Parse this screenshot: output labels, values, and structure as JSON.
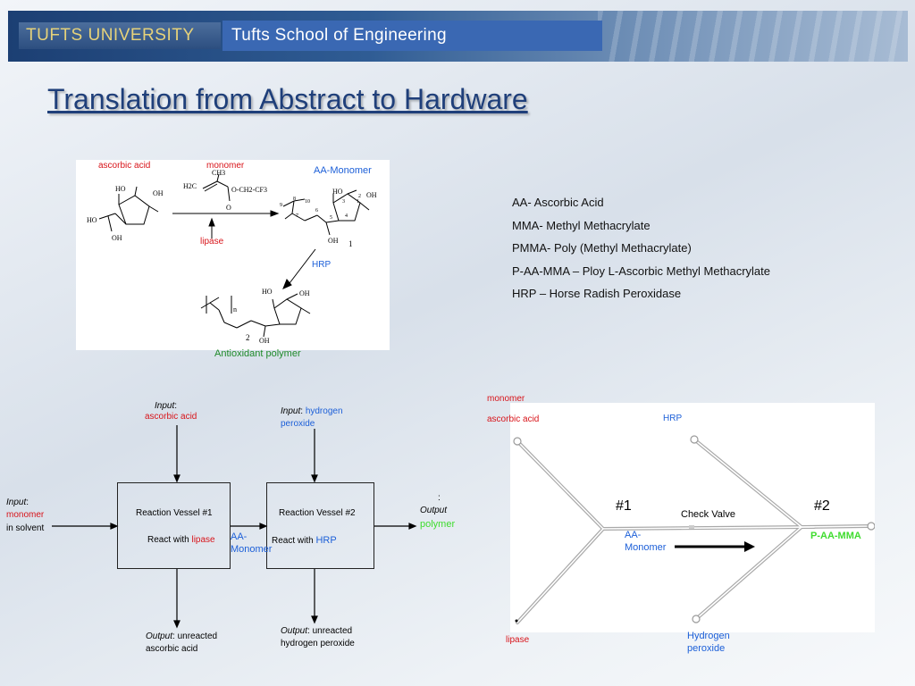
{
  "header": {
    "university": "TUFTS UNIVERSITY",
    "school": "Tufts School of Engineering"
  },
  "title": "Translation from Abstract to Hardware",
  "reaction": {
    "ascorbic_acid_label": "ascorbic acid",
    "monomer_label": "monomer",
    "aa_monomer_label": "AA-Monomer",
    "lipase_label": "lipase",
    "hrp_label": "HRP",
    "product_label": "Antioxidant polymer",
    "chem_text": {
      "ho1": "HO",
      "oh1": "OH",
      "ho2": "HO",
      "oh2": "OH",
      "ch3": "CH3",
      "h2c": "H2C",
      "ester": "O-CH2-CF3",
      "o": "O",
      "ho3": "HO",
      "oh3": "OH",
      "oh4": "OH",
      "n1": "1",
      "n2": "2",
      "n3": "3",
      "n4": "4",
      "n5": "5",
      "n6": "6",
      "n7": "7",
      "n8": "8",
      "n9": "9",
      "n10": "10",
      "cmp1": "1",
      "cmp2": "2",
      "ho4": "HO",
      "oh5": "OH",
      "oh6": "OH",
      "n": "n"
    }
  },
  "abbreviations": [
    "AA- Ascorbic Acid",
    "MMA- Methyl Methacrylate",
    "PMMA- Poly (Methyl Methacrylate)",
    "P-AA-MMA – Ploy L-Ascorbic Methyl Methacrylate",
    "HRP – Horse Radish Peroxidase"
  ],
  "flow": {
    "input1_italic": "Input",
    "input1_colon": ":",
    "input1_value": "ascorbic acid",
    "input2_italic": "Input",
    "input2_colon": ":",
    "input2_value_line1": "hydrogen",
    "input2_value_line2": "peroxide",
    "input3_italic": "Input",
    "input3_colon": ":",
    "input3_value": "monomer",
    "input3_suffix": "in solvent",
    "vessel1_title": "Reaction Vessel #1",
    "vessel1_react": "React with",
    "vessel1_agent": "lipase",
    "vessel2_title": "Reaction Vessel #2",
    "vessel2_react": "React with",
    "vessel2_agent": "HRP",
    "between_line1": "AA-",
    "between_line2": "Monomer",
    "output_colon": ":",
    "output_italic": "Output",
    "output_value": "polymer",
    "out1_italic": "Output",
    "out1_text": ": unreacted",
    "out1_line2": "ascorbic acid",
    "out2_italic": "Output",
    "out2_text": ": unreacted",
    "out2_line2": "hydrogen peroxide"
  },
  "chip": {
    "monomer_label": "monomer",
    "ascorbic_label": "ascorbic acid",
    "hrp_label": "HRP",
    "junction1": "#1",
    "junction2": "#2",
    "check_valve": "Check  Valve",
    "aa_monomer_line1": "AA-",
    "aa_monomer_line2": "Monomer",
    "product": "P-AA-MMA",
    "lipase_label": "lipase",
    "h2o2_line1": "Hydrogen",
    "h2o2_line2": "peroxide"
  }
}
